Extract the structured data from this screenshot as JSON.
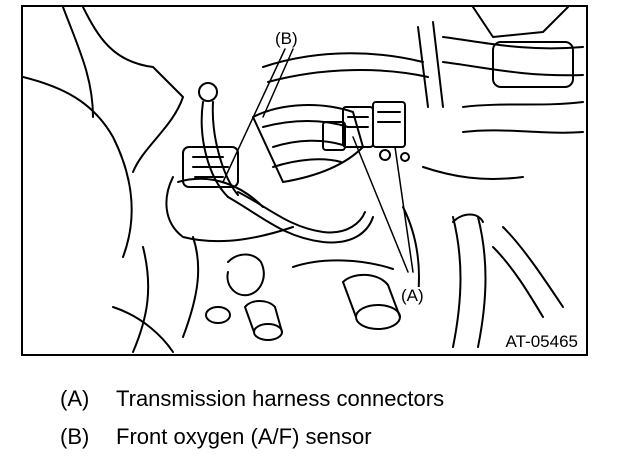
{
  "figure": {
    "id": "AT-05465",
    "callout_a": "(A)",
    "callout_b": "(B)"
  },
  "legend": [
    {
      "key": "(A)",
      "text": "Transmission harness connectors"
    },
    {
      "key": "(B)",
      "text": "Front oxygen (A/F) sensor"
    }
  ]
}
